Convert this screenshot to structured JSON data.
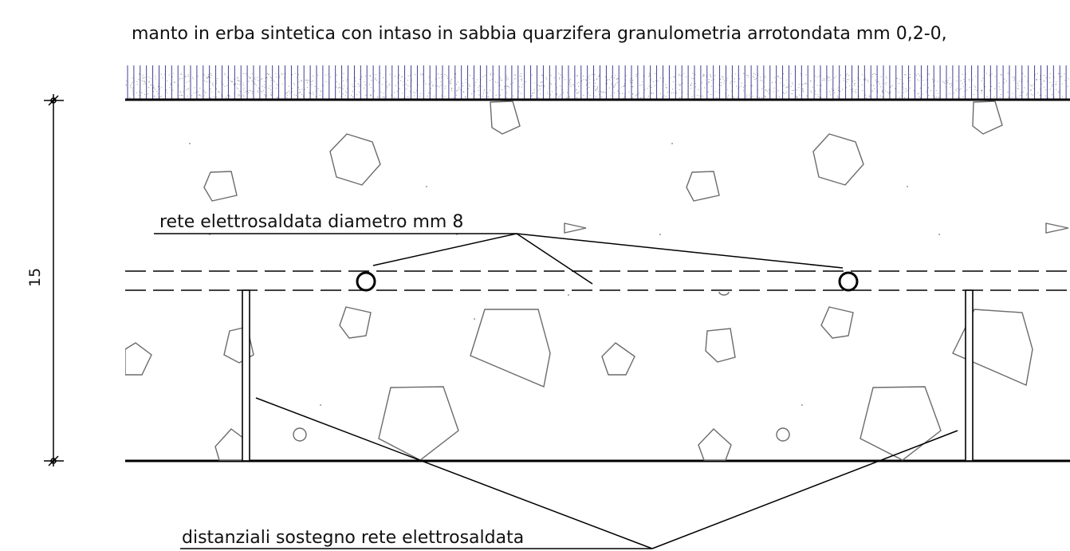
{
  "labels": {
    "turf": "manto in erba sintetica con intaso in sabbia quarzifera granulometria arrotondata mm 0,2-0,",
    "mesh": "rete elettrosaldata diametro mm 8",
    "spacers": "distanziali sostegno rete elettrosaldata",
    "thickness": "15"
  },
  "colors": {
    "line": "#000000",
    "aggregate": "#6b6b6b",
    "grass_blade": "#2b2b8a",
    "sand": "#8a8a8a"
  }
}
